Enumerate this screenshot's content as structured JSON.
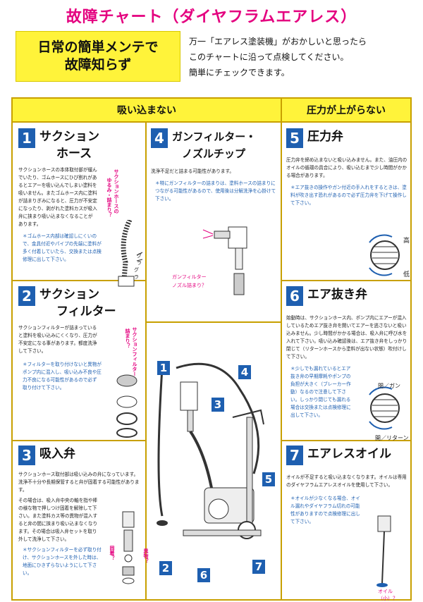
{
  "title": "故障チャート（ダイヤフラムエアレス）",
  "banner": {
    "line1": "日常の簡単メンテで",
    "line2": "故障知らず"
  },
  "intro": {
    "line1": "万一「エアレス塗装機」がおかしいと思ったら",
    "line2": "このチャートに沿って点検してください。",
    "line3": "簡単にチェックできます。"
  },
  "headers": {
    "left": "吸い込まない",
    "right": "圧力が上がらない"
  },
  "sections": {
    "s1": {
      "num": "1",
      "title1": "サクション",
      "title2": "ホース",
      "body": "サクションホースの本体取付部が緩んでいたり、ゴムホースにひび割れがあるとエアーを吸い込んでしまい塗料を吸いません。またゴムホース内に塗料が詰まりぎみになると、圧力が不安定になったり、剥がれた塗料カスが吸入弁に挟まり吸い込まなくなることがあります。",
      "note": "＊ゴムホース内部は確認しにくいので、金具付近やパイプの先端に塗料が多く付着していたら、交換または点検修理に出して下さい。",
      "mag1": "サクションホースの",
      "mag2": "ゆるみ・詰まり？",
      "mag3": "グラ",
      "mag4": "グラ"
    },
    "s2": {
      "num": "2",
      "title1": "サクション",
      "title2": "フィルター",
      "body": "サクションフィルターが詰まっていると塗料を吸い込みにくくなり、圧力が不安定になる事があります。都度洗浄して下さい。",
      "note": "＊フィルターを取り付けないと異物がポンプ内に混入し、吸い込み不良や圧力不良になる可能性があるので必ず取り付けて下さい。",
      "mag1": "サクションフィルター",
      "mag2": "詰まり？"
    },
    "s3": {
      "num": "3",
      "title1": "吸入弁",
      "body1": "サクションホース取付部は吸い込みの弁になっています。洗浄不十分や長期保管すると弁が固着する可能性があります。",
      "body2": "その場合は、吸入弁中央の軸を指や棒の様な物で押しつけ固着を解除して下さい。また塗料カス等の異物が混入すると弁の間に挟まり吸い込まなくなります。その場合は吸入弁セットを取り外して洗浄して下さい。",
      "note": "＊サクションフィルターを必ず取り付け、サクションホースを外した時は、地面にひきずらないようにして下さい。",
      "mag1": "固着？",
      "mag2": "異物？"
    },
    "s4": {
      "num": "4",
      "title1": "ガンフィルター・",
      "title2": "ノズルチップ",
      "body": "洗浄不足だと詰まる可能性があります。",
      "note": "＊特にガンフィルターの詰まりは、塗料ホースの詰まりにつながる可能性があるので、使用後は分解洗浄を心掛けて下さい。",
      "mag1": "ガンフィルター",
      "mag2": "ノズル詰まり？"
    },
    "s5": {
      "num": "5",
      "title1": "圧力弁",
      "body": "圧力弁を締め込まないと吸い込みません。また、油圧内のオイルの循環の具合により、吸い込むまで少し時間がかかる場合があります。",
      "note": "＊エア抜きの操作やガン付近の手入れをするときは、塗料が吹き出す恐れがあるので必ず圧力弁を下げて操作して下さい。",
      "hi": "高",
      "lo": "低"
    },
    "s6": {
      "num": "6",
      "title1": "エア抜き弁",
      "body": "始動時は、サクションホース内、ポンプ内にエアーが混入しているためエア抜き弁を開いてエアーを逃さないと吸い込みません。少し時間がかかる場合は、吸入弁に呼び水を入れて下さい。吸い込み確認後は、エア抜き弁をしっかり閉じて（リターンホースから塗料が出ない状態）吹付けして下さい。",
      "note": "＊少しでも漏れているとエア抜き弁の早期摩耗やポンプの負担が大きく（ブレーカー作動）なるので注意して下さい。しっかり閉じても漏れる場合は交換または点検修理に出して下さい。",
      "close": "閉／ガン",
      "open": "開／リターン"
    },
    "s7": {
      "num": "7",
      "title1": "エアレスオイル",
      "body": "オイルが不足すると吸い込まなくなります。オイルは専用のダイヤフラムエアレスオイルを使用して下さい。",
      "note": "＊オイルが少なくなる場合、オイル漏れやダイヤフラム切れの可能性がありますので点検修理に出して下さい。",
      "oil": "オイル（小）？"
    }
  },
  "machine_labels": [
    "1",
    "2",
    "3",
    "4",
    "5",
    "6",
    "7"
  ],
  "colors": {
    "title": "#e4007f",
    "banner": "#fff33a",
    "border": "#c8a000",
    "badge": "#1e5fb0",
    "note": "#1e5fb0",
    "warn": "#e4007f"
  }
}
